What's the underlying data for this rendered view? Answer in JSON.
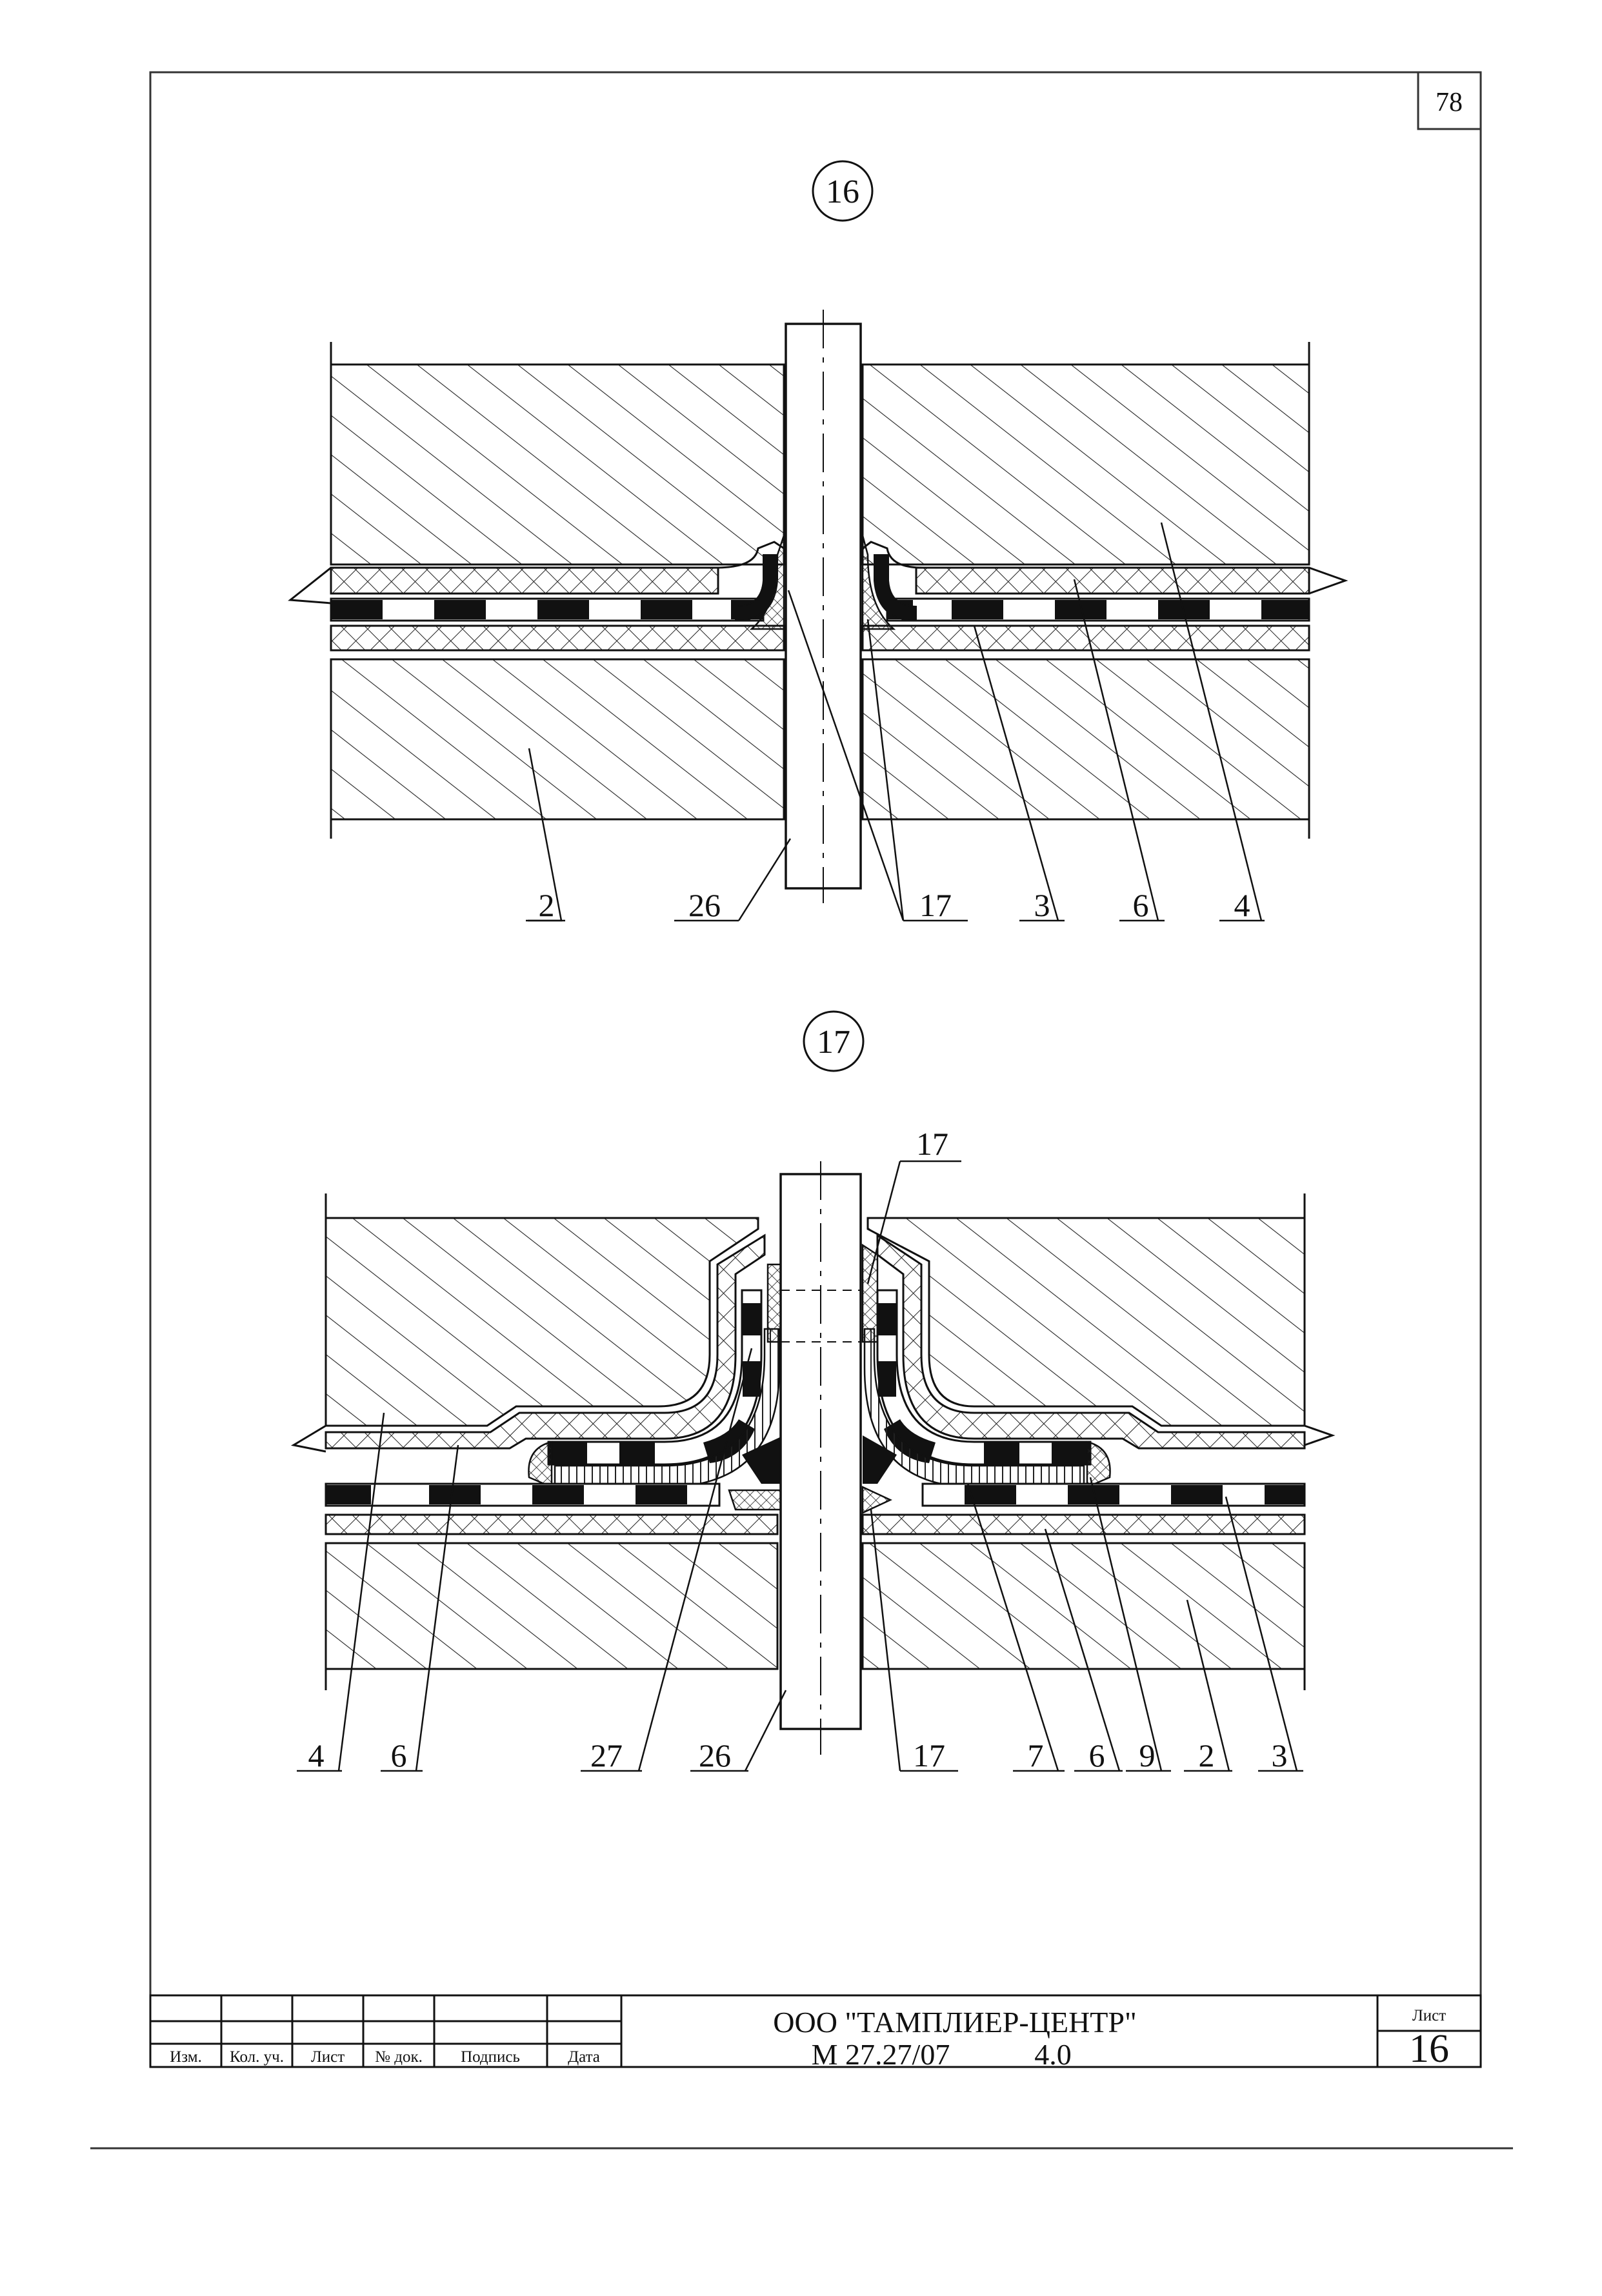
{
  "page_number": "78",
  "detail_16": {
    "marker": "16",
    "callouts": {
      "slab": "2",
      "pipe": "26",
      "sealant": "17",
      "membrane": "3",
      "mesh": "6",
      "screed": "4"
    }
  },
  "detail_17": {
    "marker": "17",
    "top_callout": "17",
    "callouts": {
      "screed": "4",
      "mesh_left": "6",
      "sleeve": "27",
      "pipe": "26",
      "sealant": "17",
      "collar": "7",
      "mesh_right": "6",
      "layer9": "9",
      "slab": "2",
      "membrane": "3"
    }
  },
  "title_block": {
    "company": "ООО \"ТАМПЛИЕР-ЦЕНТР\"",
    "doc_code": "М 27.27/07",
    "version": "4.0",
    "sheet_label": "Лист",
    "sheet_number": "16",
    "columns": [
      "Изм.",
      "Кол. уч.",
      "Лист",
      "№ док.",
      "Подпись",
      "Дата"
    ]
  }
}
